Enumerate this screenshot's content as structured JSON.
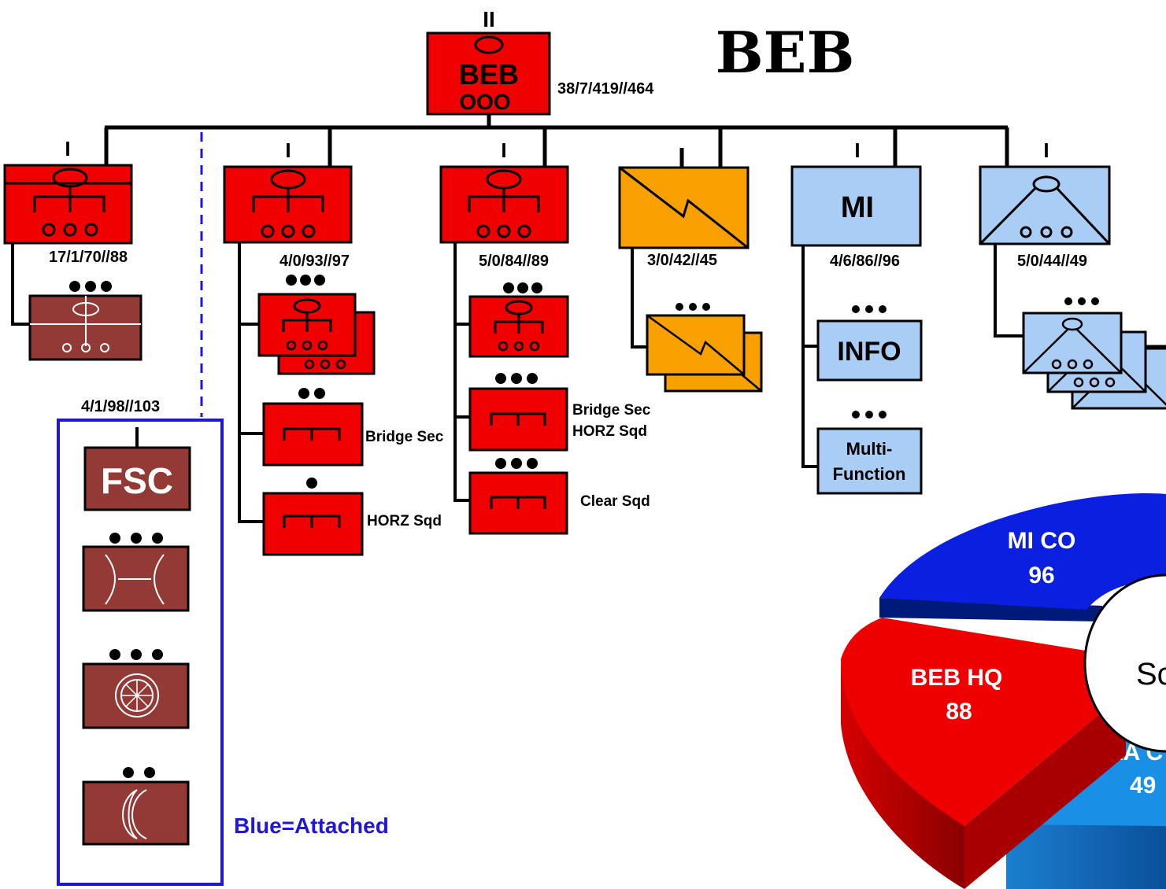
{
  "title": "BEB",
  "hq": {
    "name": "BEB",
    "echelon": "II",
    "strength": "38/7/419//464"
  },
  "companies": [
    {
      "id": "hq",
      "echelon": "I",
      "strength": "17/1/70//88"
    },
    {
      "id": "eng1",
      "echelon": "I",
      "strength": "4/0/93//97"
    },
    {
      "id": "eng2",
      "echelon": "I",
      "strength": "5/0/84//89"
    },
    {
      "id": "sig",
      "echelon": "I",
      "strength": "3/0/42//45"
    },
    {
      "id": "mi",
      "echelon": "I",
      "label": "MI",
      "strength": "4/6/86//96"
    },
    {
      "id": "aa",
      "echelon": "I",
      "strength": "5/0/44//49"
    }
  ],
  "fsc": {
    "label": "FSC",
    "strength": "4/1/98//103"
  },
  "subunits": {
    "bridge_sec": "Bridge Sec",
    "horz_sqd": "HORZ Sqd",
    "bridge_sec_2": "Bridge Sec",
    "horz_sqd_2": "HORZ Sqd",
    "clear_sqd": "Clear Sqd",
    "info": "INFO",
    "multi_1": "Multi-",
    "multi_2": "Function"
  },
  "legend": {
    "attached": "Blue=Attached"
  },
  "chart_data": {
    "type": "pie",
    "slices": [
      {
        "label": "MI CO",
        "value": 96,
        "color": "#0a1fe0"
      },
      {
        "label": "BEB HQ",
        "value": 88,
        "color": "#ee0000"
      },
      {
        "label": "AA C",
        "value": 49,
        "color": "#1a8fe6"
      }
    ],
    "center_label": "Sc"
  },
  "colors": {
    "engineer_red": "#f00000",
    "sustain_brown": "#933a36",
    "signal_orange": "#f7a000",
    "attached_blue": "#a9cdf5",
    "attached_border": "#1f16d6"
  }
}
